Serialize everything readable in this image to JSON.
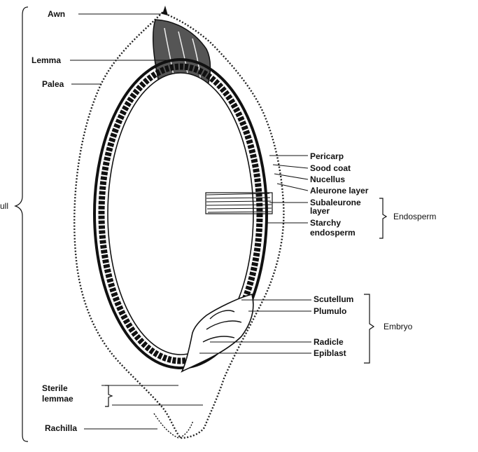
{
  "diagram": {
    "left_labels": {
      "awn": "Awn",
      "lemma": "Lemma",
      "palea": "Palea",
      "sterile_lemmae": [
        "Sterile",
        "lemmae"
      ],
      "rachilla": "Rachilla",
      "whole_grain": "ull"
    },
    "right_labels": {
      "pericarp": "Pericarp",
      "seed_coat": "Sood coat",
      "nucellus": "Nucellus",
      "aleurone_layer": "Aleurone layer",
      "subaleurone_layer": [
        "Subaleurone",
        "layer"
      ],
      "starchy_endosperm": [
        "Starchy",
        "endosperm"
      ],
      "scutellum": "Scutellum",
      "plumule": "Plumulo",
      "radicle": "Radicle",
      "epiblast": "Epiblast"
    },
    "groups": {
      "endosperm": "Endosperm",
      "embryo": "Embryo"
    }
  }
}
